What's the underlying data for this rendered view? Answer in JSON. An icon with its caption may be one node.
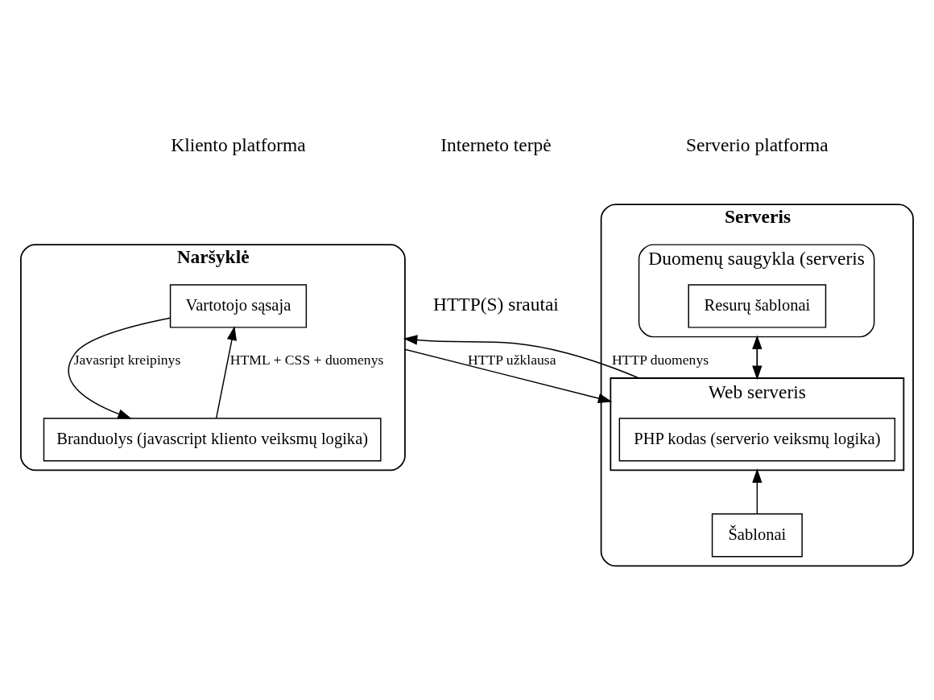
{
  "diagram": {
    "nodes": [
      {
        "text": [
          "Naršyklė"
        ]
      },
      {
        "text": [
          "Vartotojo sąsaja"
        ],
        "in": 0
      },
      {
        "text": [
          "Branduolys (javascript kliento veiksmų logika)"
        ],
        "in": 0
      },
      {
        "text": [
          "Serveris"
        ]
      },
      {
        "text": [
          "Duomenų saugykla (serveris"
        ],
        "in": 3
      },
      {
        "text": [
          "Resurų šablonai"
        ],
        "in": 4
      },
      {
        "text": [
          "Web serveris"
        ],
        "in": 3
      },
      {
        "text": [
          "PHP kodas (serverio veiksmų logika)"
        ],
        "in": 6
      },
      {
        "text": [
          "Šablonai"
        ],
        "in": 3
      }
    ],
    "edges": [
      {
        "from": 1,
        "to": 2,
        "arrow": "to",
        "label": "Javasript kreipinys"
      },
      {
        "from": 2,
        "to": 1,
        "arrow": "to",
        "label": "HTML + CSS + duomenys"
      },
      {
        "from": 4,
        "to": 6,
        "arrow": "to"
      },
      {
        "from": 6,
        "to": 4,
        "arrow": "to"
      },
      {
        "from": 0,
        "to": 6,
        "arrow": "to",
        "label": "HTTP užklausa"
      },
      {
        "from": 6,
        "to": 0,
        "arrow": "to",
        "label": "HTTP duomenys"
      },
      {
        "from": 8,
        "to": 6,
        "arrow": "to"
      }
    ],
    "labels": [
      "Kliento platforma",
      "Interneto terpė",
      "Serverio platforma",
      "HTTP(S) srautai"
    ]
  }
}
